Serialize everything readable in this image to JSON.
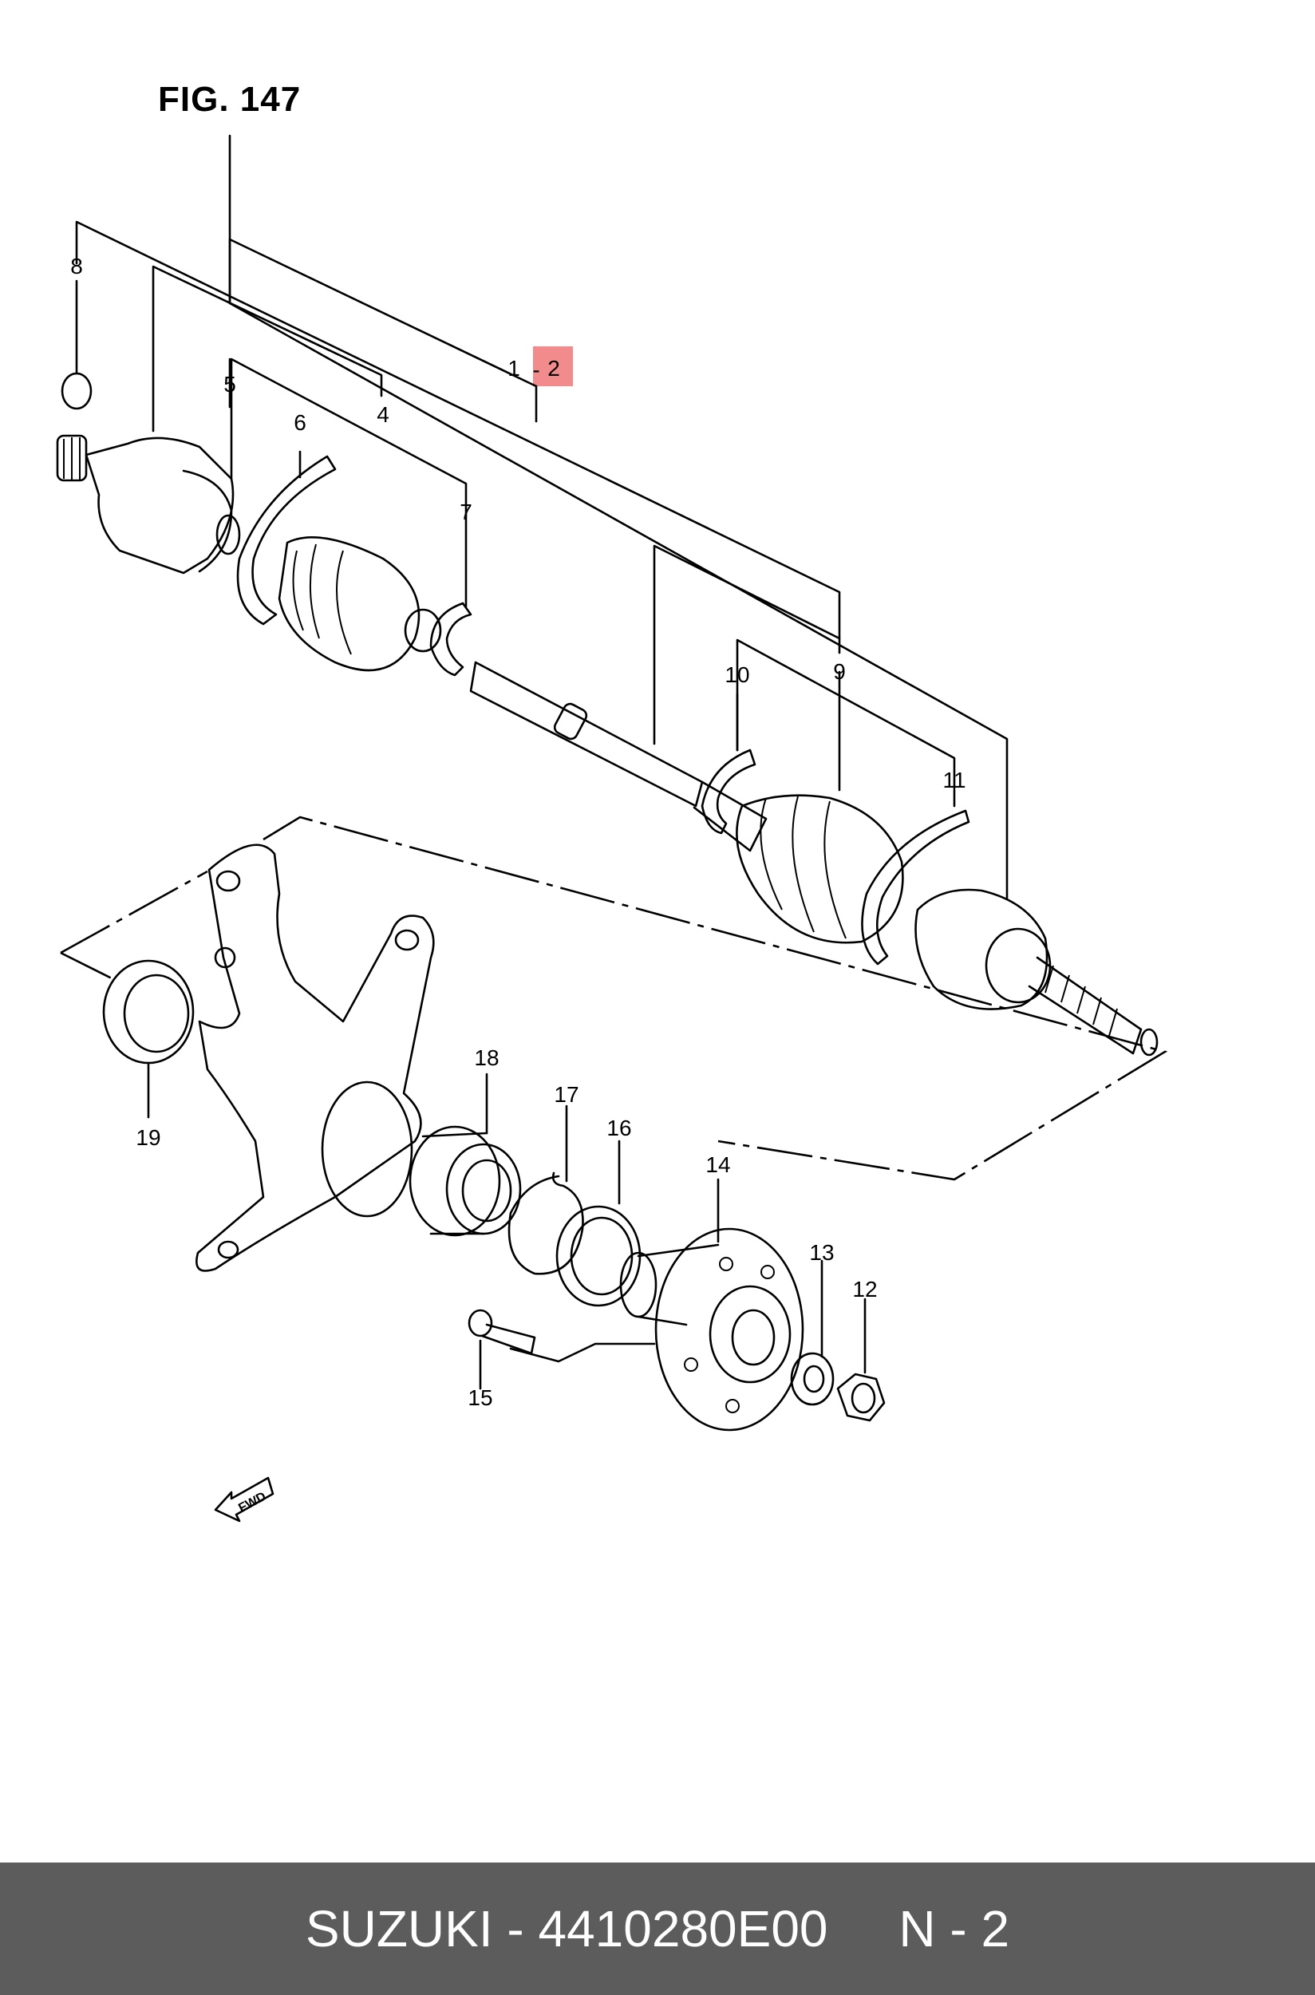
{
  "figure": {
    "title": "FIG. 147"
  },
  "callouts": {
    "c1": "1",
    "c1_sep": "-",
    "c2": "2",
    "c4": "4",
    "c5": "5",
    "c6": "6",
    "c7": "7",
    "c8": "8",
    "c9": "9",
    "c10": "10",
    "c11": "11",
    "c12": "12",
    "c13": "13",
    "c14": "14",
    "c15": "15",
    "c16": "16",
    "c17": "17",
    "c18": "18",
    "c19": "19"
  },
  "fwd_label": "FWD",
  "footer": {
    "text": "SUZUKI - 4410280E00     N - 2"
  },
  "colors": {
    "highlight": "#f28b8b",
    "footer_bg": "#5c5c5c",
    "footer_text": "#ffffff"
  }
}
